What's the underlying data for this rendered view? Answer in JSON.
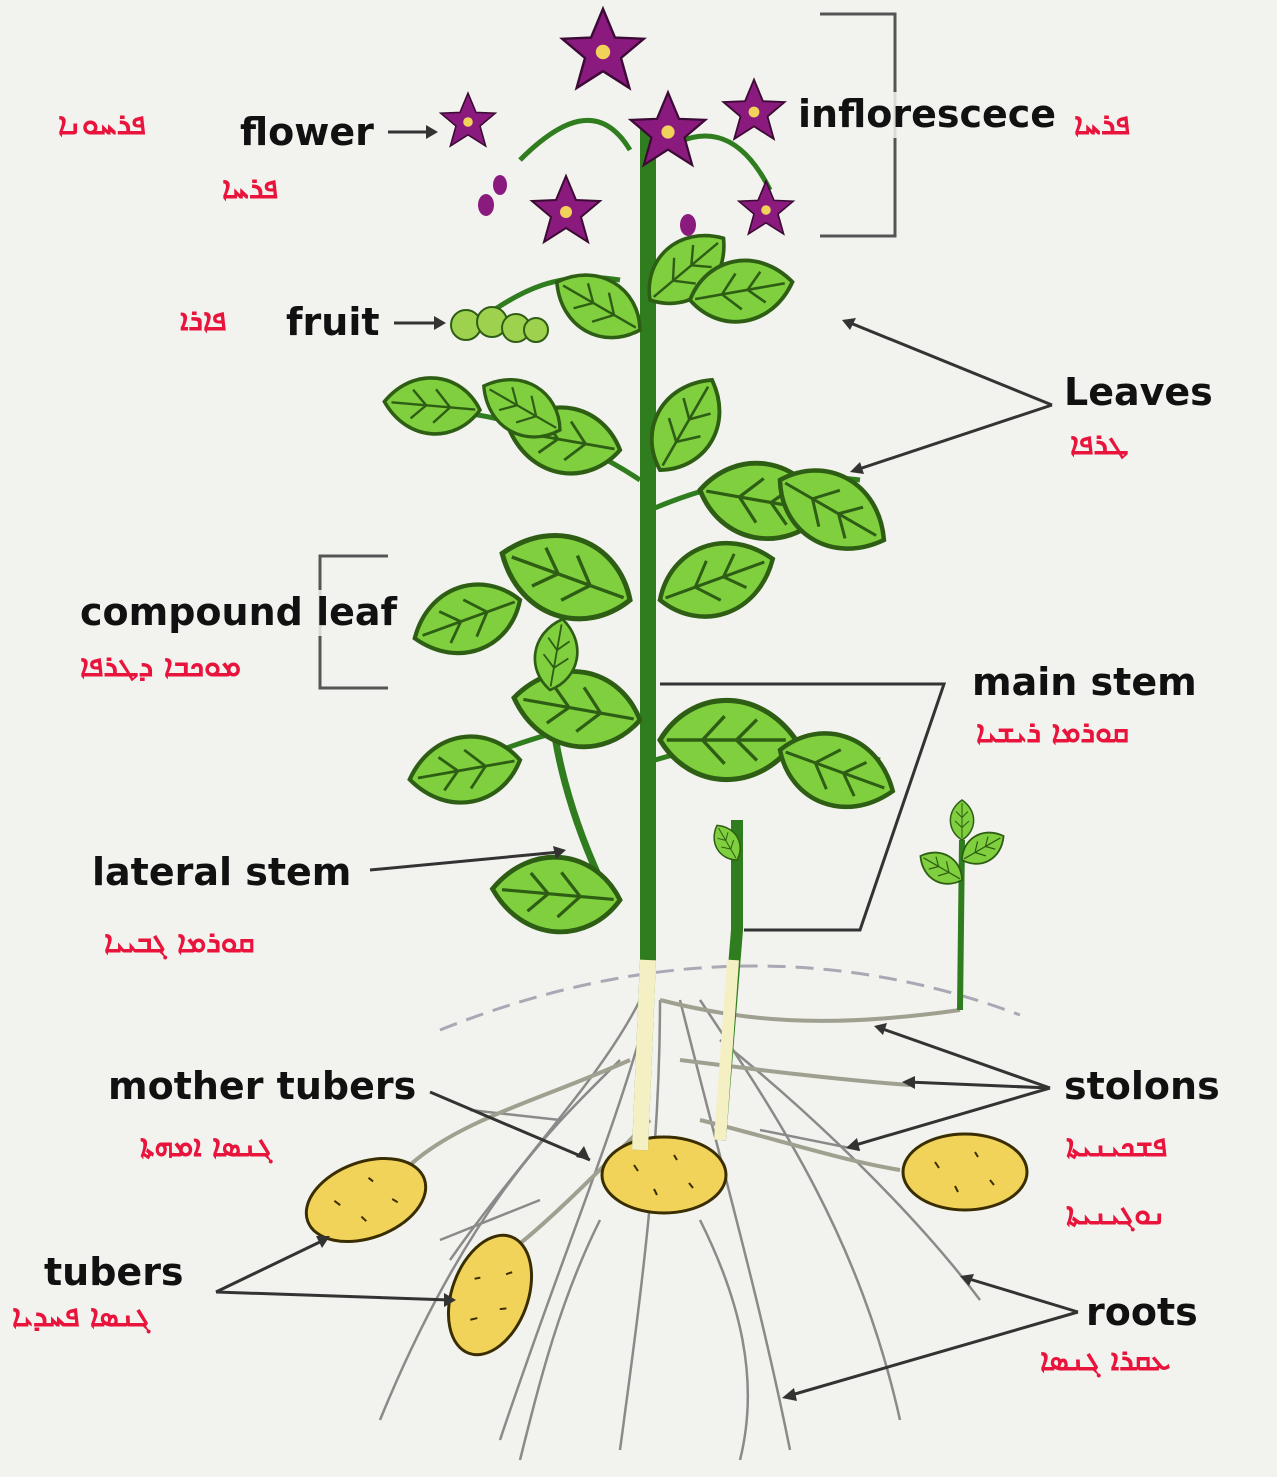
{
  "labels": {
    "flower": "flower",
    "inflorescence": "inflorescece",
    "fruit": "fruit",
    "leaves": "Leaves",
    "compound_leaf": "compound leaf",
    "main_stem": "main stem",
    "lateral_stem": "lateral stem",
    "mother_tubers": "mother tubers",
    "stolons": "stolons",
    "tubers": "tubers",
    "roots": "roots"
  },
  "syriac": {
    "flower_1": "ܦܪܚܘܢܐ",
    "flower_2": "ܦܪܚܐ",
    "inflorescence": "ܦܪܚܐ",
    "fruit": "ܦܐܪܐ",
    "leaves": "ܛܪܦܐ",
    "compound_leaf": "ܡܘܟܒܐ ܕܛܪܦܐ",
    "main_stem": "ܩܘܪܡܐ ܪܝܫܝܐ",
    "lateral_stem": "ܩܘܪܡܐ ܓܒܝܝܐ",
    "mother_tubers": "ܓܢܣܐ ܐܡܗܬܐ",
    "stolons_1": "ܦܫܟܝܢܝܬܐ",
    "stolons_2": "ܢܘܓܝܢܝܬܐ",
    "tubers": "ܓܢܣܐ ܦܚܕܝܐ",
    "roots": "ܥܩܪܐ ܓܢܣܐ"
  },
  "colors": {
    "background": "#f2f2ee",
    "label_text": "#111111",
    "syriac_text": "#e8143c",
    "flower": "#8b1a7e",
    "leaf": "#7fcf3f",
    "leaf_edge": "#2e5e14",
    "stem": "#2f7d1e",
    "tuber": "#f2d35a",
    "roots": "#8a8a8a"
  }
}
